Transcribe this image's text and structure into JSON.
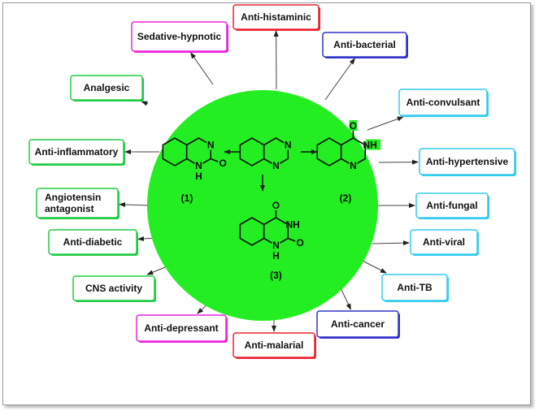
{
  "center": {
    "circle_color": "#22ee22",
    "molecules": [
      {
        "id": "quinazoline",
        "labels": [
          "N",
          "N"
        ]
      },
      {
        "id": "compound-1",
        "number": "(1)",
        "labels": [
          "N",
          "N",
          "H",
          "O"
        ]
      },
      {
        "id": "compound-2",
        "number": "(2)",
        "labels": [
          "O",
          "NH",
          "N"
        ]
      },
      {
        "id": "compound-3",
        "number": "(3)",
        "labels": [
          "O",
          "NH",
          "O",
          "N",
          "H"
        ]
      }
    ]
  },
  "activities": [
    {
      "label": "Anti-histaminic",
      "color": "#ee2233"
    },
    {
      "label": "Sedative-hypnotic",
      "color": "#ee22dd"
    },
    {
      "label": "Anti-bacterial",
      "color": "#3333cc"
    },
    {
      "label": "Analgesic",
      "color": "#22cc44"
    },
    {
      "label": "Anti-convulsant",
      "color": "#33ccee"
    },
    {
      "label": "Anti-inflammatory",
      "color": "#22cc44"
    },
    {
      "label": "Anti-hypertensive",
      "color": "#33ccee"
    },
    {
      "label": "Angiotensin",
      "label2": "antagonist",
      "color": "#22cc44"
    },
    {
      "label": "Anti-fungal",
      "color": "#33ccee"
    },
    {
      "label": "Anti-diabetic",
      "color": "#22cc44"
    },
    {
      "label": "Anti-viral",
      "color": "#33ccee"
    },
    {
      "label": "CNS activity",
      "color": "#22cc44"
    },
    {
      "label": "Anti-TB",
      "color": "#33ccee"
    },
    {
      "label": "Anti-depressant",
      "color": "#ee22dd"
    },
    {
      "label": "Anti-cancer",
      "color": "#3333cc"
    },
    {
      "label": "Anti-malarial",
      "color": "#ee2233"
    }
  ]
}
